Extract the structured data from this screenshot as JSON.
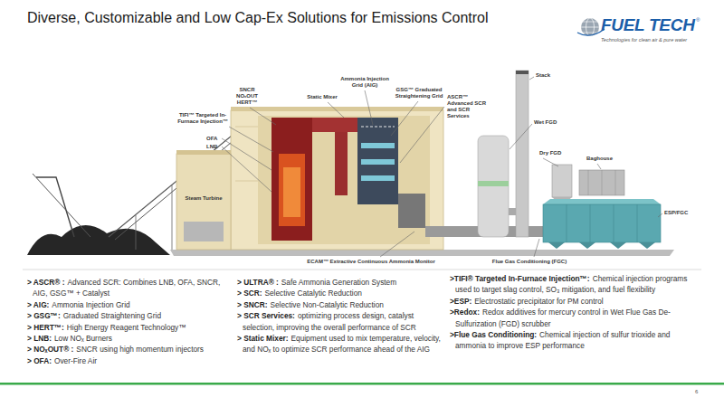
{
  "diagram": {
    "title": "Diverse, Customizable and Low Cap-Ex Solutions for Emissions Control",
    "labels": [
      "FUEL TECH",
      "®",
      "Technologies for clean air & pure water",
      "Ammonia Injection Grid (AIG)",
      "Static Mixer",
      "GSG™ Graduated Straightening Grid",
      "ASCR™ Advanced SCR and SCR Services",
      "Stack",
      "SNCR NOₓOUT HERT™",
      "TIFI™ Targeted In-Furnace Injection™",
      "OFA",
      "LNB",
      "Wet FGD",
      "Baghouse",
      "Dry FGD",
      "ESP/FGC",
      "Steam Turbine",
      "ECAM™ Extractive Continuous Ammonia Monitor",
      "Flue Gas Conditioning (FGC)",
      "> ASCR® :",
      "Advanced SCR: Combines LNB, OFA, SNCR, AIG, GSG™ + Catalyst",
      "> AIG:",
      "Ammonia Injection Grid",
      "> GSG™:",
      "Graduated Straightening Grid",
      "> HERT™:",
      "High Energy Reagent Technology™",
      "> LNB:",
      "Low NOₓ Burners",
      "> NOₓOUT® :",
      "SNCR using high momentum injectors",
      "> OFA:",
      "Over-Fire Air",
      "> ULTRA® :",
      "Safe Ammonia Generation System",
      "> SCR:",
      "Selective Catalytic Reduction",
      "> SNCR:",
      "Selective Non-Catalytic Reduction",
      "> SCR Services:",
      "optimizing process design, catalyst selection, improving the overall performance of SCR",
      "> Static Mixer:",
      "Equipment used to mix temperature, velocity, and NOₓ to optimize SCR performance ahead of the AIG",
      ">TIFI® Targeted In-Furnace Injection™:",
      "Chemical injection programs used to target slag control, SO₃ mitigation, and fuel flexibility",
      ">ESP:",
      "Electrostatic precipitator for PM control",
      ">Redox:",
      "Redox additives for mercury control in Wet Flue Gas De-Sulfurization (FGD) scrubber",
      ">Flue Gas Conditioning:",
      "Chemical injection of sulfur trioxide and ammonia to improve ESP performance",
      "6"
    ]
  }
}
